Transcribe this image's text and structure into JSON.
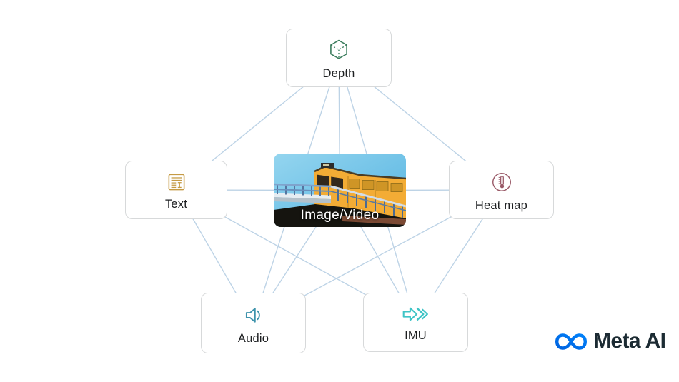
{
  "diagram": {
    "nodes": [
      {
        "id": "depth",
        "label": "Depth",
        "icon": "cube-3d-icon",
        "icon_color": "#3a7c5c"
      },
      {
        "id": "text",
        "label": "Text",
        "icon": "document-text-icon",
        "icon_color": "#c59b45"
      },
      {
        "id": "image_video",
        "label": "Image/Video",
        "type": "photo"
      },
      {
        "id": "heat_map",
        "label": "Heat map",
        "icon": "thermometer-icon",
        "icon_color": "#9a5a68"
      },
      {
        "id": "audio",
        "label": "Audio",
        "icon": "speaker-icon",
        "icon_color": "#3e93ac"
      },
      {
        "id": "imu",
        "label": "IMU",
        "icon": "motion-arrows-icon",
        "icon_color": "#3fc4c6"
      }
    ],
    "edges": [
      [
        "depth",
        "text"
      ],
      [
        "depth",
        "image_video"
      ],
      [
        "depth",
        "heat_map"
      ],
      [
        "depth",
        "audio"
      ],
      [
        "depth",
        "imu"
      ],
      [
        "text",
        "image_video"
      ],
      [
        "image_video",
        "heat_map"
      ],
      [
        "image_video",
        "audio"
      ],
      [
        "image_video",
        "imu"
      ],
      [
        "text",
        "audio"
      ],
      [
        "text",
        "imu"
      ],
      [
        "heat_map",
        "audio"
      ],
      [
        "heat_map",
        "imu"
      ]
    ],
    "edge_color": "#bdd3e6"
  },
  "branding": {
    "logo_text": "Meta AI",
    "text_color": "#1c2b33",
    "mark_color_start": "#0064e0",
    "mark_color_end": "#0082fb"
  }
}
